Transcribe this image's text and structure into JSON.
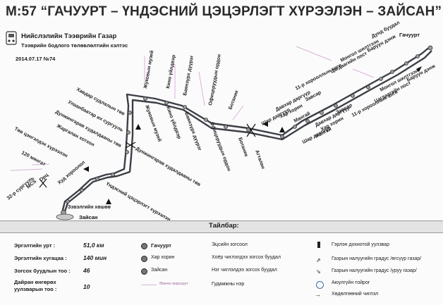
{
  "header": {
    "title": "М:57 “ГАЧУУРТ – ҮНДЭСНИЙ ЦЭЦЭРЛЭГТ ХҮРЭЭЛЭН – ЗАЙСАН”",
    "org_name": "Нийслэлийн Тээврийн Газар",
    "org_sub": "Тээврийн бодлого төлөвлөлтийн хэлтэс",
    "date": "2014.07.17 №74"
  },
  "stops": {
    "gachuurt": "Гачуурт",
    "dund_buudal": "Дунд буудал",
    "baruun_dench_1": "Баруун дэнж",
    "baruun_dench_2": "Баруун дэнж",
    "mongol_shiltgeen_1": "Монгол шилтгээн",
    "mongol_shiltgeen_2": "Монгол шилтгээн",
    "tsagdaagiin_post_1": "Цагдаагийн пост",
    "tsagdaagiin_post_2": "Цагдаагийн пост",
    "khoroolol_1": "11-р хорооллын анги",
    "khoroolol_2": "11-р хорооллын анги",
    "zavsar_1": "Завсар",
    "zavsar_2": "Завсар",
    "davkhar_1": "Давхар даргүүр",
    "davkhar_2": "Давхар даргүүр",
    "khar_khorin_1": "Хар хорин",
    "khar_khorin_2": "Хар хорин",
    "mangai_1": "Мангай",
    "mangai_2": "Мангай",
    "shar_1": "Шар даргүүр",
    "shar_2": "Шар даргүүр",
    "agtalan": "Агталан",
    "botanik_1": "Ботаник",
    "botanik_2": "Ботаник",
    "ofitser_1": "Офицеруудын ордон",
    "ofitser_2": "Офицеруудын ордон",
    "baganyn_1": "Баянзүрх дүүрэг",
    "baganyn_2": "Баянзүрх дүүрэг",
    "kino_1": "Кино үйлдвэр",
    "kino_2": "Кино үйлдвэр",
    "zhukov_1": "Жуковын музей",
    "zhukov_2": "Жуковын музей",
    "khavdar": "Хавдар судлалын төв",
    "ulaanbaatar": "Улаанбаатар их сургууль",
    "dunjingarav_1": "Дунжингарав худалдааны төв",
    "dunjingarav_2": "Дунжингарав худалдааны төв",
    "zhargalan": "Жаргалан хотхон",
    "tev_tsengeldekh": "Төв цэнгэлдэх хүрээлэн",
    "mintat": "120 мянгат",
    "ortsog": "Орц",
    "khud": "Худ хороолол",
    "mcs": "MCS",
    "surguul": "32-р сургууль",
    "zevelgiin": "Зэвэлгийн хөшөө",
    "undesnii": "Үндэсний цэцэрлэгт хүрээлэн",
    "zaisan": "Зайсан"
  },
  "legend": {
    "title": "Тайлбар:",
    "length_label": "Эргэлтийн урт :",
    "length_value": "51,0 км",
    "duration_label": "Эргэлтийн хугацаа :",
    "duration_value": "140 мин",
    "stops_label": "Зогсох буудлын тоо :",
    "stops_value": "46",
    "repeat_label_1": "Дайран өнгөрөх",
    "repeat_label_2": "уулзварын тоо :",
    "repeat_value": "10",
    "term_1": "Гачуурт",
    "term_2": "Хар хорин",
    "term_3": "Зайсан",
    "route_note": "Өмнөх маршрут",
    "sym_1": "Эцсийн зогсоол",
    "sym_2": "Хоёр чиглэлдээ зогсох буудал",
    "sym_3": "Нэг чиглэлдээ зогсох буудал",
    "sym_4": "Гудамжны нэр",
    "sym_5": "Гэрлэн дохиотой уулзвар",
    "sym_6": "Газрын налуугийн градус /өгсүүр газар/",
    "sym_7": "Газрын налуугийн градус /уруу газар/",
    "sym_8": "Аюулгүйн тойрог",
    "sym_9": "Хөдөлгөөний чиглэл"
  },
  "colors": {
    "route": "#3c3f47",
    "stop_fill": "#9a9a9a",
    "faint_street": "#c8a0c8"
  }
}
